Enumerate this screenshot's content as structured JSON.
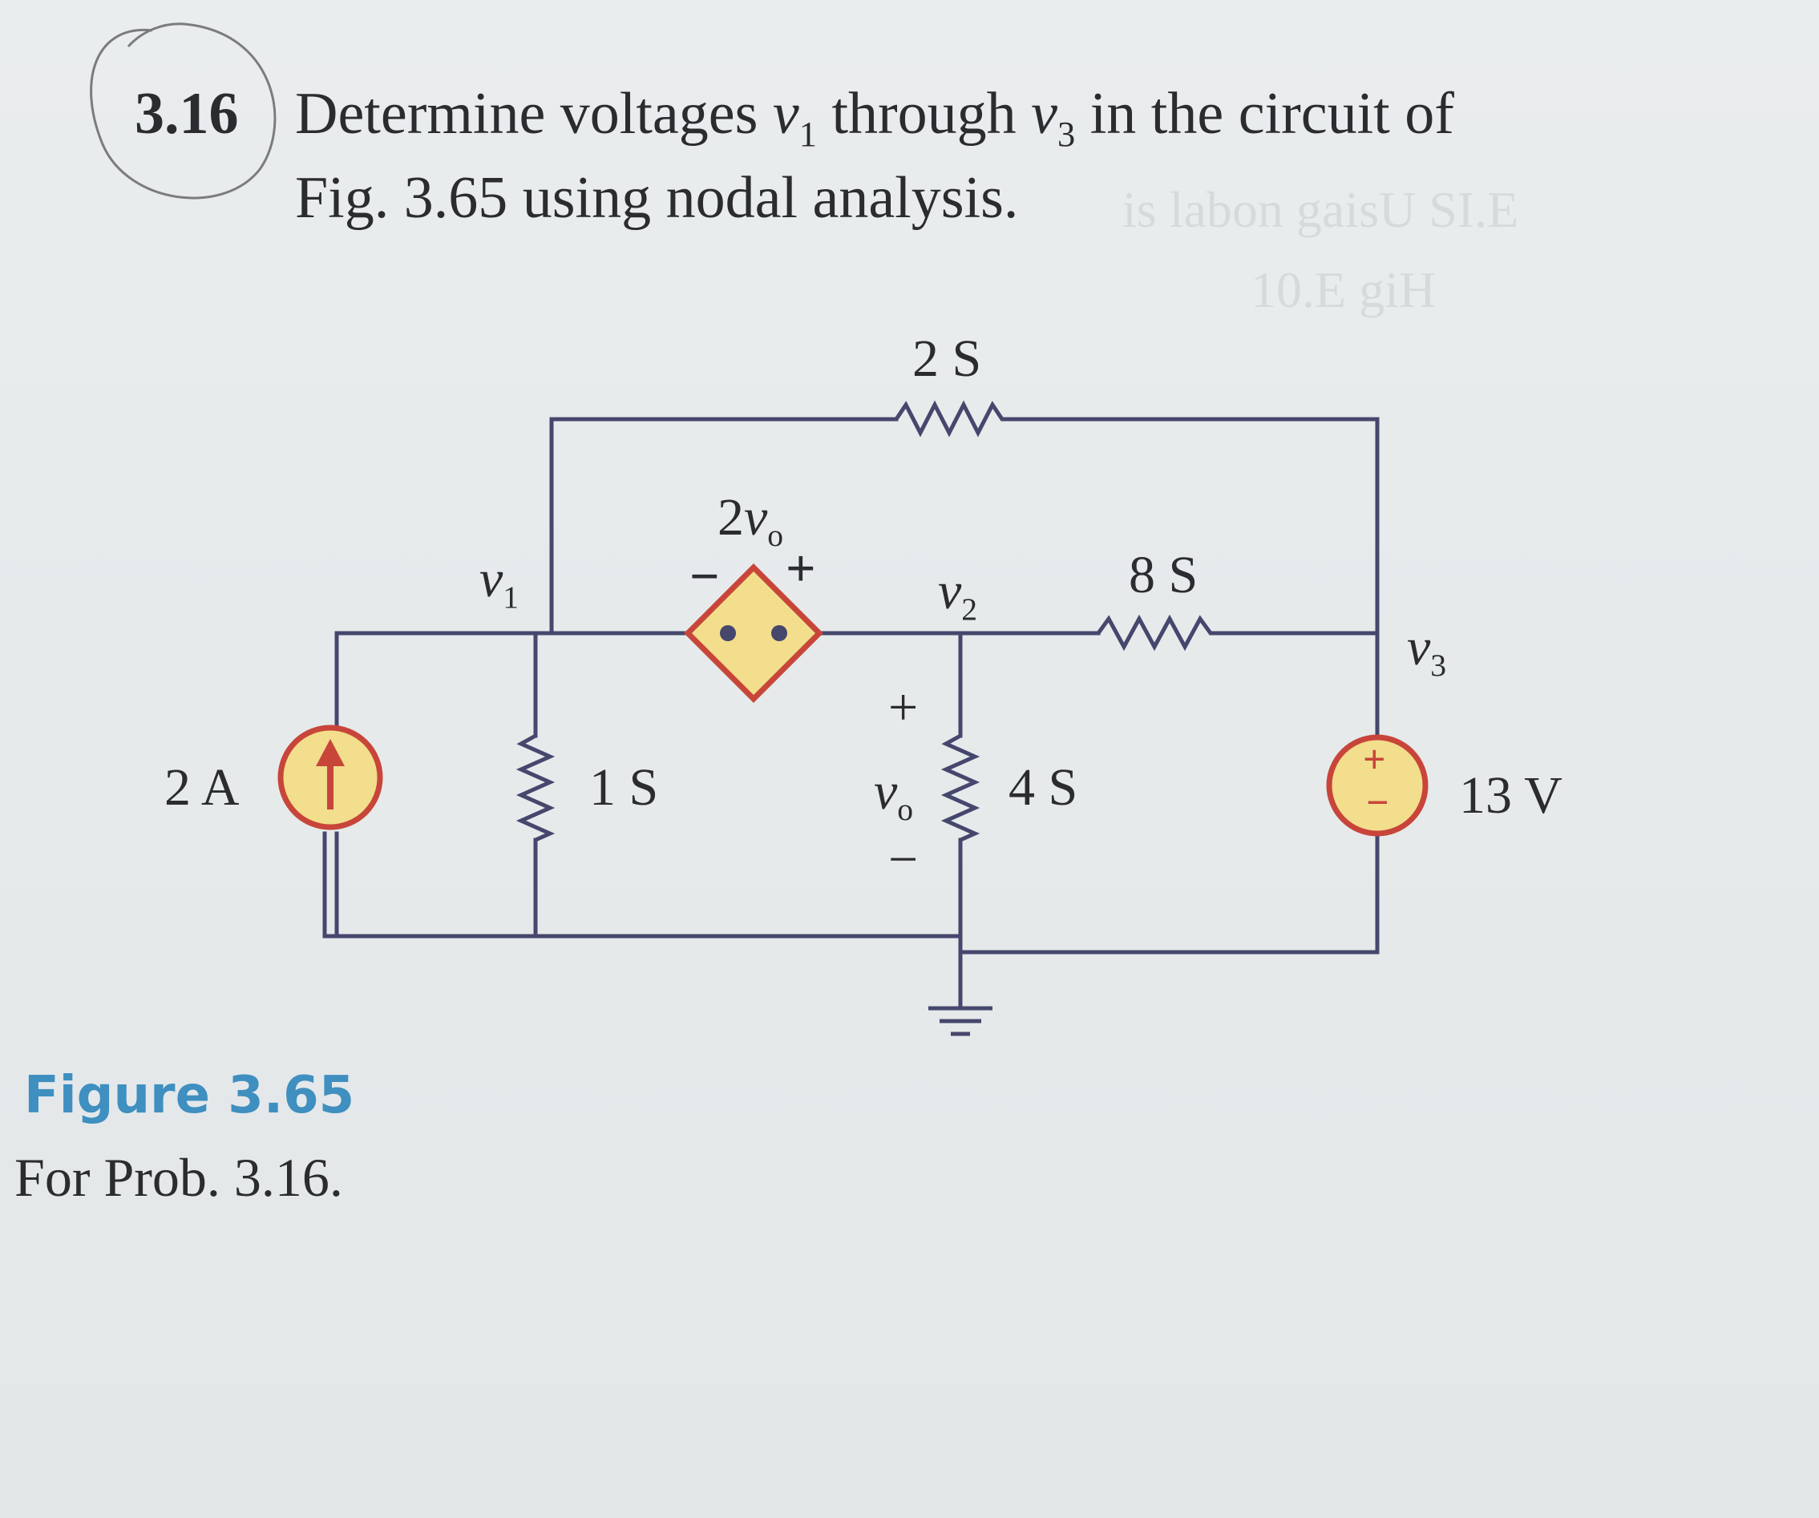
{
  "problem": {
    "number": "3.16",
    "text_line1_a": "Determine voltages ",
    "v1_var": "v",
    "v1_sub": "1",
    "text_line1_b": " through ",
    "v3_var": "v",
    "v3_sub": "3",
    "text_line1_c": " in the circuit of",
    "text_line2": "Fig. 3.65 using nodal analysis."
  },
  "circuit": {
    "labels": {
      "conductance_top": "2 S",
      "conductance_mid": "8 S",
      "conductance_left": "1 S",
      "conductance_right": "4 S",
      "current_source": "2 A",
      "voltage_source": "13 V",
      "node_v1_var": "v",
      "node_v1_sub": "1",
      "node_v2_var": "v",
      "node_v2_sub": "2",
      "node_v3_var": "v",
      "node_v3_sub": "3",
      "dependent_source_coef": "2",
      "dependent_source_var": "v",
      "dependent_source_sub": "o",
      "vo_var": "v",
      "vo_sub": "o",
      "vo_plus": "+",
      "vo_minus": "−",
      "dep_plus": "+",
      "dep_minus": "−",
      "vsrc_plus": "+",
      "vsrc_minus": "−"
    }
  },
  "figure": {
    "title": "Figure 3.65",
    "caption": "For Prob. 3.16."
  },
  "colors": {
    "wire": "#45476d",
    "source_fill": "#f2de8c",
    "source_ring": "#c8453a",
    "arrow": "#c8453a",
    "figure_title": "#3f8fc0"
  }
}
